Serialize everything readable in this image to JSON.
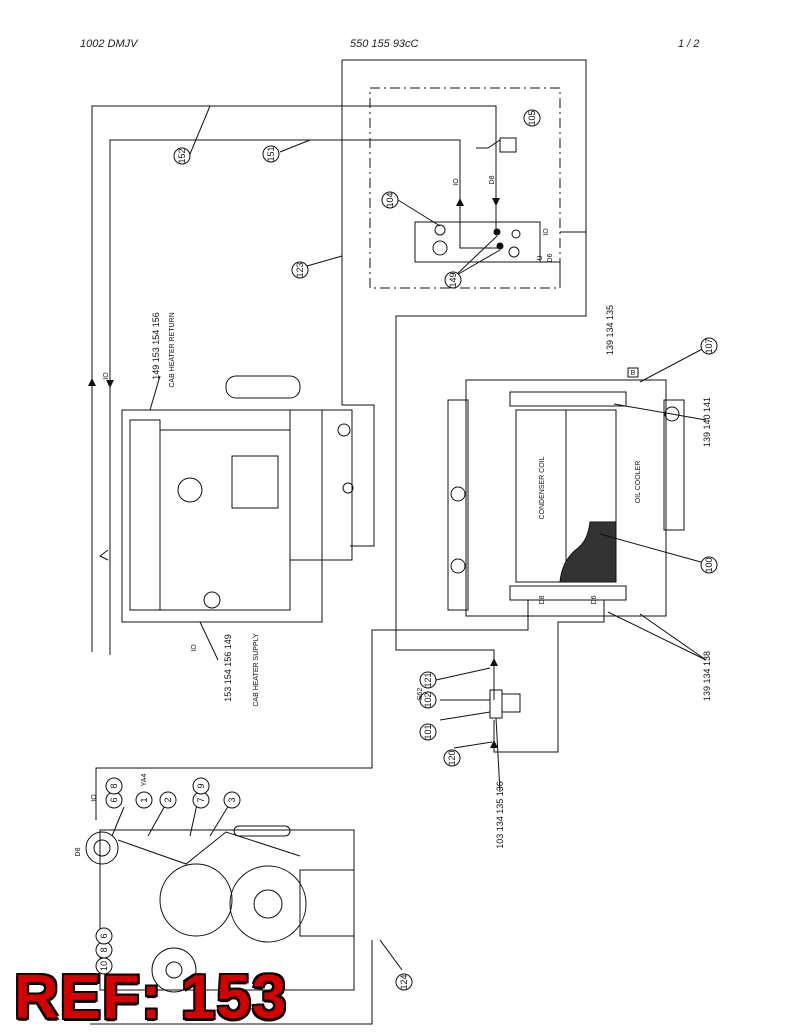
{
  "header": {
    "left": "1002 DMJV",
    "center": "550 155 93cC",
    "right": "1 /  2"
  },
  "labels": {
    "cab_heater_return": "CAB HEATER RETURN",
    "cab_heater_supply": "CAB HEATER SUPPLY",
    "condenser_coil": "CONDENSER COIL",
    "oil_cooler": "OIL COOLER",
    "ya4": "YA4",
    "s62": "S62",
    "box_b": "B"
  },
  "callouts": {
    "c152": "152",
    "c151": "151",
    "c123": "123",
    "c105": "105",
    "c104": "104",
    "c149_top": "149",
    "c_return": "149 153 154 156",
    "c_supply": "153 154 156 149",
    "c107": "107",
    "c139_top": "139 134 135",
    "c139_mid": "139 140 141",
    "c100": "100",
    "c139_bot": "139 134 138",
    "c121": "121",
    "c102": "102",
    "c101": "101",
    "c120": "120",
    "c_valve": "103 134 135 136",
    "c1": "1",
    "c2": "2",
    "c3": "3",
    "c7": "7",
    "c9": "9",
    "c6": "6",
    "c8": "8",
    "c10": "10",
    "c8b": "8",
    "c6b": "6",
    "c124": "124"
  },
  "line_labels": {
    "io_1": "IO",
    "d8_1": "D8",
    "io_2": "IO",
    "d6_1": "D6",
    "u_1": "U",
    "io_3": "IO",
    "io_4": "IO",
    "d8_2": "D8",
    "d6_2": "D6",
    "io_5": "IO",
    "d8_3": "D8"
  },
  "reference": "REF: 153"
}
